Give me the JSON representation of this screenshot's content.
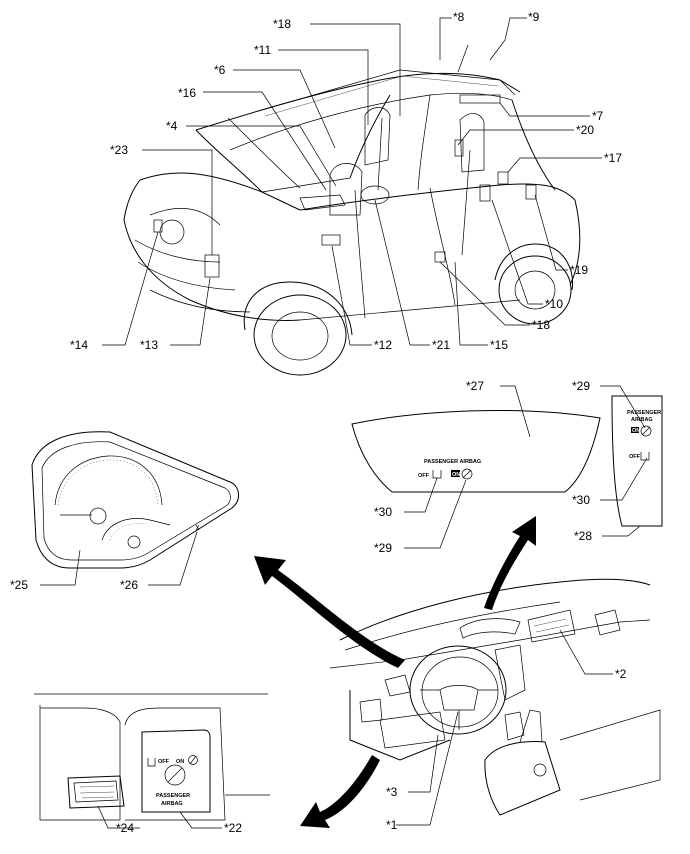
{
  "callouts": {
    "c1": "*1",
    "c2": "*2",
    "c3": "*3",
    "c4": "*4",
    "c6": "*6",
    "c7": "*7",
    "c8": "*8",
    "c9": "*9",
    "c10": "*10",
    "c11": "*11",
    "c12": "*12",
    "c13": "*13",
    "c14": "*14",
    "c15": "*15",
    "c16": "*16",
    "c17": "*17",
    "c18a": "*18",
    "c18b": "*18",
    "c19": "*19",
    "c20": "*20",
    "c21": "*21",
    "c22": "*22",
    "c23": "*23",
    "c24": "*24",
    "c25": "*25",
    "c26": "*26",
    "c27": "*27",
    "c28": "*28",
    "c29a": "*29",
    "c29b": "*29",
    "c30a": "*30",
    "c30b": "*30"
  },
  "panel": {
    "passenger_airbag": "PASSENGER AIRBAG",
    "off": "OFF",
    "on": "ON"
  },
  "side_panel": {
    "passenger": "PASSENGER",
    "airbag": "AIRBAG",
    "off": "OFF",
    "on": "ON"
  },
  "switch": {
    "off": "OFF",
    "on": "ON",
    "passenger": "PASSENGER",
    "airbag": "AIRBAG"
  }
}
